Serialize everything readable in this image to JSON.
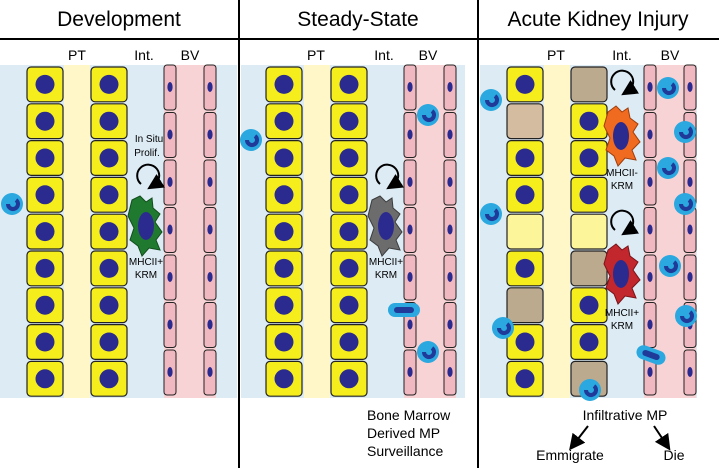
{
  "panels": [
    {
      "title": "Development",
      "labels": {
        "pt": "PT",
        "int": "Int.",
        "bv": "BV"
      },
      "annotations": [
        "In Situ",
        "Prolif."
      ],
      "macrophage": [
        "MHCII+",
        "KRM"
      ],
      "caption": []
    },
    {
      "title": "Steady-State",
      "labels": {
        "pt": "PT",
        "int": "Int.",
        "bv": "BV"
      },
      "annotations": [],
      "macrophage": [
        "MHCII+",
        "KRM"
      ],
      "caption": [
        "Bone Marrow",
        "Derived MP",
        "Surveillance"
      ]
    },
    {
      "title": "Acute Kidney Injury",
      "labels": {
        "pt": "PT",
        "int": "Int.",
        "bv": "BV"
      },
      "annotations": [],
      "macrophage_top": [
        "MHCII-",
        "KRM"
      ],
      "macrophage_bottom": [
        "MHCII+",
        "KRM"
      ],
      "caption": [
        "Infiltrative MP"
      ],
      "outcomes": [
        "Emmigrate",
        "Die"
      ]
    }
  ],
  "colors": {
    "interstitium": "#dcebf4",
    "lumen": "#fff7c8",
    "cell": "#f5ee1c",
    "nucleus": "#2b2b8f",
    "damaged_cell": "#d3bca0",
    "necrotic_cell": "#bcaa8f",
    "swollen_cell": "#fdf59a",
    "vessel": "#f7d3d6",
    "endothelial": "#f0b8c0",
    "mp_fill": "#2aa8df",
    "mp_body": "#1f3a99",
    "krm_dev": "#1f7a2f",
    "krm_steady": "#6c6c6c",
    "krm_aki_top": "#f06a1f",
    "krm_aki_bottom": "#c1272d"
  }
}
